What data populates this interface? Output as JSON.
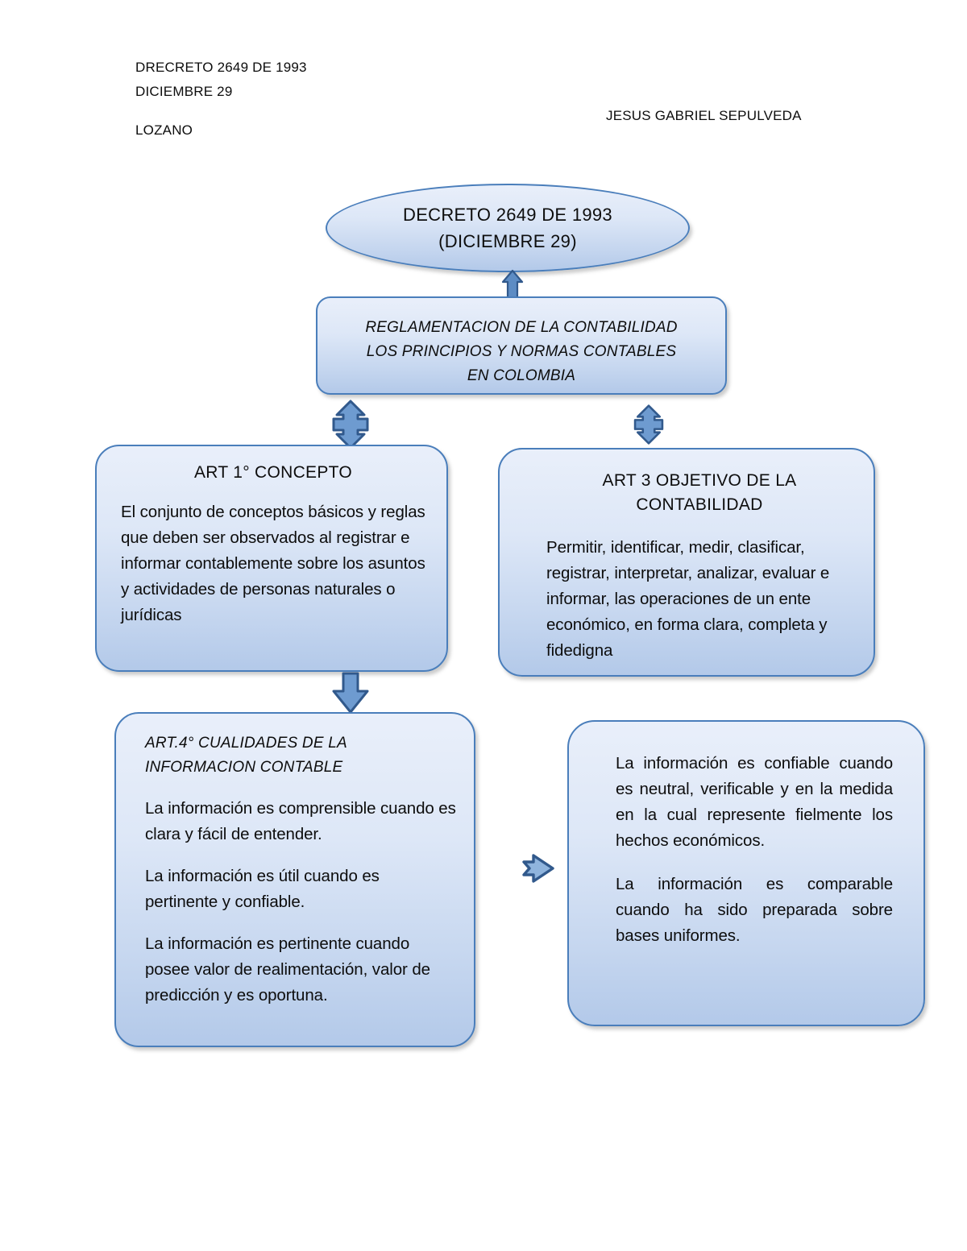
{
  "header": {
    "line1": "DRECRETO 2649 DE 1993",
    "line2": "DICIEMBRE 29",
    "line3": "LOZANO",
    "author": "JESUS GABRIEL SEPULVEDA"
  },
  "palette": {
    "shape_border": "#4a7ebb",
    "shape_fill_top": "#e9effa",
    "shape_fill_bottom": "#b3c9e9",
    "arrow_fill": "#6e9bd0",
    "arrow_border": "#31598c",
    "text": "#0d0d0d"
  },
  "diagram": {
    "nodes": {
      "decreto": {
        "shape": "ellipse",
        "title": "DECRETO 2649 DE 1993\n(DICIEMBRE 29)"
      },
      "reglamentacion": {
        "shape": "rounded-rect",
        "title": "REGLAMENTACION DE LA CONTABILIDAD\nLOS PRINCIPIOS Y  NORMAS CONTABLES\nEN COLOMBIA"
      },
      "art1": {
        "shape": "rounded-rect",
        "title": "ART 1° CONCEPTO",
        "body": "El conjunto de conceptos básicos y reglas que deben ser observados al registrar e informar contablemente sobre los asuntos y actividades de personas naturales o jurídicas"
      },
      "art3": {
        "shape": "rounded-rect",
        "title": "ART 3 OBJETIVO  DE  LA CONTABILIDAD",
        "body": "Permitir, identificar, medir, clasificar, registrar, interpretar, analizar, evaluar e informar, las operaciones de un ente económico, en forma clara, completa y fidedigna"
      },
      "art4": {
        "shape": "rounded-rect",
        "title": "ART.4° CUALIDADES DE LA INFORMACION CONTABLE",
        "paragraphs": [
          "La información es comprensible cuando es clara y fácil de entender.",
          "La información es útil cuando es pertinente y confiable.",
          " La información es pertinente cuando posee valor de realimentación, valor de predicción y es oportuna."
        ]
      },
      "confiable": {
        "shape": "rounded-rect",
        "paragraphs": [
          "La información es confiable cuando es neutral, verificable y en la medida en la cual represente fielmente los hechos económicos.",
          "La información es comparable cuando ha sido preparada sobre bases uniformes."
        ]
      }
    },
    "connectors": [
      {
        "name": "ellipse-to-reglamentacion",
        "icon": "arrow-up-icon",
        "direction": "up"
      },
      {
        "name": "reglamentacion-to-art1",
        "icon": "arrow-up-down-icon",
        "direction": "up-down"
      },
      {
        "name": "reglamentacion-to-art3",
        "icon": "arrow-up-down-icon",
        "direction": "up-down"
      },
      {
        "name": "art1-to-art4",
        "icon": "arrow-down-icon",
        "direction": "down"
      },
      {
        "name": "art4-to-confiable",
        "icon": "arrow-right-icon",
        "direction": "right"
      }
    ]
  }
}
